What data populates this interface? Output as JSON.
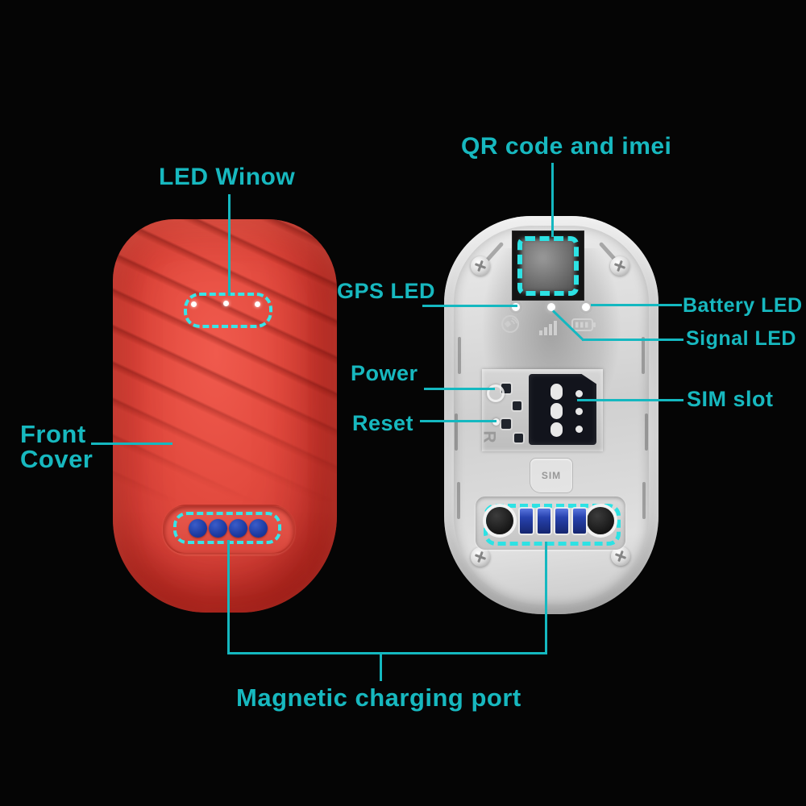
{
  "colors": {
    "background": "#050505",
    "label_text": "#17b8bf",
    "callout_line": "#14b8c0",
    "highlight_dashed": "#38e4e7",
    "qr_frame": "#2de2e4",
    "device_red": "#e0463b",
    "device_white": "#e4e4e4",
    "contact_blue": "#1e3ea6"
  },
  "callouts": {
    "led_window": "LED Winow",
    "qr_code": "QR code and imei",
    "gps_led": "GPS LED",
    "battery_led": "Battery LED",
    "signal_led": "Signal LED",
    "power": "Power",
    "reset": "Reset",
    "sim_slot": "SIM slot",
    "front_cover": "Front\nCover",
    "magnetic_charging_port": "Magnetic charging port"
  },
  "device_markings": {
    "reset_letter": "R",
    "sim_embossed": "SIM"
  },
  "indicator_icons": [
    "gps-satellite-icon",
    "signal-bars-icon",
    "battery-icon"
  ]
}
